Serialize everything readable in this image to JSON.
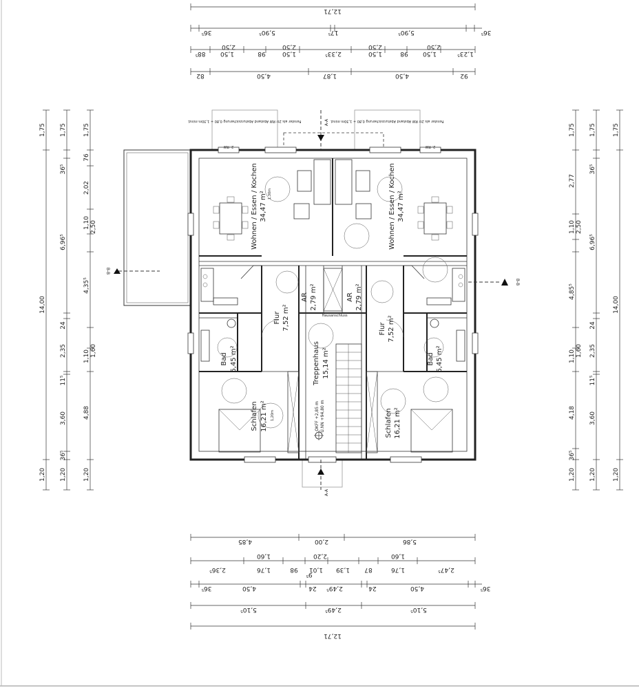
{
  "dimensions": {
    "top": [
      [
        "12,71"
      ],
      [
        "36⁵",
        "5,90⁵",
        "17⁵",
        "5,90⁵",
        "36⁵"
      ],
      [
        "88⁵",
        "1,50",
        "98",
        "1,50",
        "2,33⁵",
        "1,50",
        "98",
        "1,50",
        "1,23⁵"
      ],
      [
        "2,50",
        "2,50",
        "2,50",
        "2,50"
      ],
      [
        "82",
        "4,50",
        "1,87",
        "4,50",
        "92"
      ]
    ],
    "bottom": [
      [
        "4,85",
        "2,00",
        "5,86"
      ],
      [
        "2,36⁵",
        "1,76",
        "98",
        "1,01",
        "1,39",
        "87",
        "1,76",
        "2,47⁵"
      ],
      [
        "1,60",
        "2,20",
        "1,60",
        "9⁵"
      ],
      [
        "36⁵",
        "4,50",
        "24",
        "2,49⁵",
        "24",
        "4,50",
        "36⁵"
      ],
      [
        "5,10⁵",
        "2,49⁵",
        "5,10⁵"
      ],
      [
        "12,71"
      ]
    ],
    "left": [
      [
        "1,75",
        "14,00",
        "1,20"
      ],
      [
        "1,75",
        "36⁵",
        "6,96⁵",
        "24",
        "2,35",
        "11⁵",
        "3,60",
        "36⁵",
        "1,20"
      ],
      [
        "1,75",
        "76",
        "2,02",
        "1,10",
        "2,50",
        "4,35⁵",
        "1,10",
        "1,60",
        "4,88",
        "1,20"
      ]
    ],
    "right": [
      [
        "1,75",
        "2,77",
        "1,10",
        "2,50",
        "4,85⁵",
        "1,10",
        "1,60",
        "4,18",
        "36⁵",
        "1,20"
      ],
      [
        "1,75",
        "36⁵",
        "6,96⁵",
        "24",
        "2,35",
        "11⁵",
        "3,60",
        "1,20"
      ],
      [
        "1,75",
        "14,00",
        "1,20"
      ]
    ]
  },
  "rooms": {
    "wohnen_left": {
      "name": "Wohnen / Essen / Kochen",
      "area": "34,47 m²"
    },
    "wohnen_right": {
      "name": "Wohnen / Essen / Kochen",
      "area": "34,47 m²"
    },
    "flur_left": {
      "name": "Flur",
      "area": "7,52 m²"
    },
    "flur_right": {
      "name": "Flur",
      "area": "7,52 m²"
    },
    "ar_left": {
      "name": "AR",
      "area": "2,79 m²"
    },
    "ar_right": {
      "name": "AR",
      "area": "2,79 m²"
    },
    "bad_left": {
      "name": "Bad",
      "area": "6,45 m²"
    },
    "bad_right": {
      "name": "Bad",
      "area": "6,45 m²"
    },
    "schlafen_left": {
      "name": "Schlafen",
      "area": "16,21 m²"
    },
    "schlafen_right": {
      "name": "Schlafen",
      "area": "16,21 m²"
    },
    "treppenhaus": {
      "name": "Treppenhaus",
      "area": "15,14 m²"
    }
  },
  "labels": {
    "okff": "OKFF +2,85 m",
    "nn": "Ü.NN +94,80 m",
    "hausanschluss": "Hausanschluss",
    "section_aa_top": "A-A",
    "section_aa_bottom": "A-A",
    "section_bb_left": "B-B",
    "section_bb_right": "B-B",
    "rw_left": "2. RW",
    "rw_right": "2. RW",
    "circle_130": "1,30m",
    "circle_120": "1,20m",
    "balcony_note_left": "Fenster als 2tr RW Abstand Absturzsicherung 0,80 + 1,30m mind.",
    "balcony_note_right": "Fenster als 2tr RW Abstand Absturzsicherung 0,80 + 1,30m mind."
  }
}
